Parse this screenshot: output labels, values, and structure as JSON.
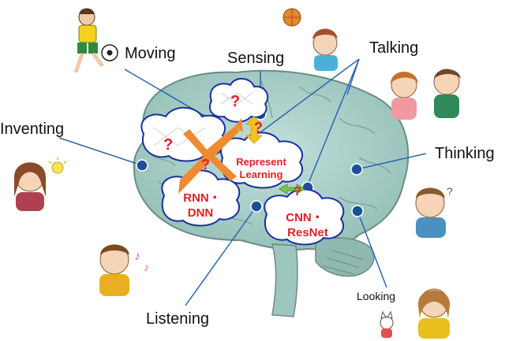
{
  "activities": {
    "moving": "Moving",
    "sensing": "Sensing",
    "talking": "Talking",
    "inventing": "Inventing",
    "thinking": "Thinking",
    "listening": "Listening",
    "looking": "Looking"
  },
  "clouds": {
    "represent": "Represent",
    "learning": "Learning",
    "rnn": "RNN・",
    "dnn": "DNN",
    "cnn": "CNN・",
    "resnet": "ResNet",
    "question": "?"
  },
  "colors": {
    "brain_fill": "#a8cfc8",
    "brain_stroke": "#6f8a86",
    "cloud_stroke": "#1a2fa0",
    "question_mark": "#e0202a",
    "cloud_text": "#e0202a",
    "connector_line": "#2c66b0",
    "node_dot": "#1c4f9a",
    "cross_arrow": "#f08a30",
    "arrow_yellow": "#f5c21b",
    "arrow_green": "#7cc34a"
  },
  "icons": [
    "soccer-player-icon",
    "basketball-girl-icon",
    "talking-people-icon",
    "inventing-girl-icon",
    "thinking-boy-icon",
    "listening-boy-icon",
    "looking-girl-icon",
    "cat-icon"
  ]
}
